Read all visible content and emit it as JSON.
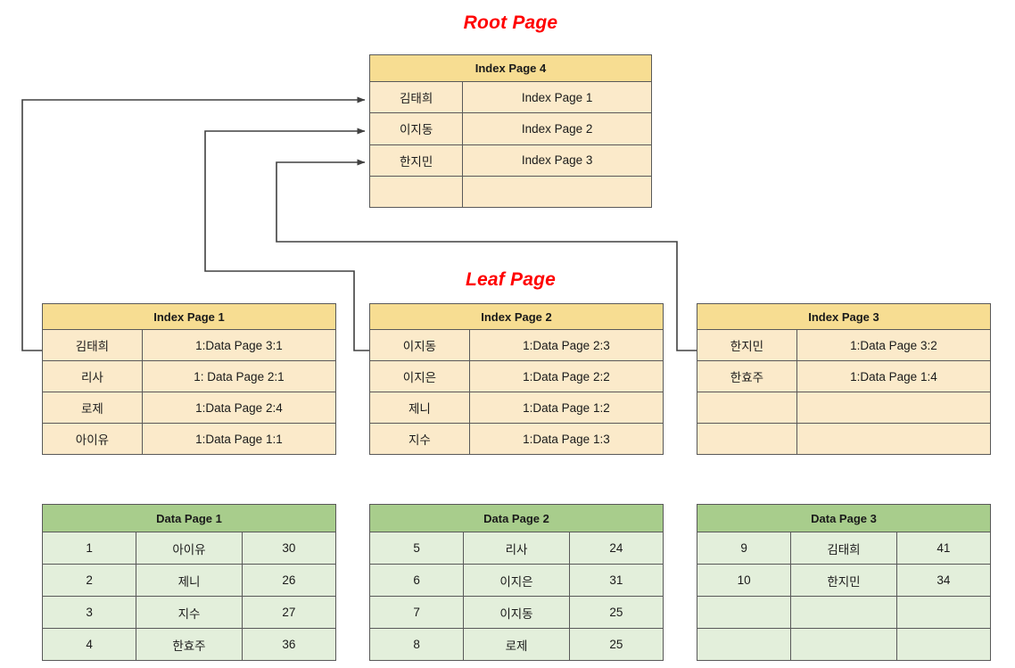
{
  "labels": {
    "root_page": "Root Page",
    "leaf_page": "Leaf Page"
  },
  "colors": {
    "title_red": "#ff0000",
    "index_header": "#f7dd92",
    "index_body": "#fbeaca",
    "data_header": "#a8cd8c",
    "data_body": "#e3efdb",
    "border": "#595959",
    "connector": "#404040"
  },
  "root": {
    "title": "Index Page 4",
    "rows": [
      {
        "key": "김태희",
        "value": "Index Page 1"
      },
      {
        "key": "이지동",
        "value": "Index Page 2"
      },
      {
        "key": "한지민",
        "value": "Index Page 3"
      },
      {
        "key": "",
        "value": ""
      }
    ]
  },
  "leaves": [
    {
      "title": "Index Page 1",
      "rows": [
        {
          "key": "김태희",
          "value": "1:Data Page 3:1"
        },
        {
          "key": "리사",
          "value": "1: Data Page 2:1"
        },
        {
          "key": "로제",
          "value": "1:Data Page 2:4"
        },
        {
          "key": "아이유",
          "value": "1:Data Page 1:1"
        }
      ]
    },
    {
      "title": "Index Page 2",
      "rows": [
        {
          "key": "이지동",
          "value": "1:Data Page 2:3"
        },
        {
          "key": "이지은",
          "value": "1:Data Page 2:2"
        },
        {
          "key": "제니",
          "value": "1:Data Page 1:2"
        },
        {
          "key": "지수",
          "value": "1:Data Page 1:3"
        }
      ]
    },
    {
      "title": "Index Page 3",
      "rows": [
        {
          "key": "한지민",
          "value": "1:Data Page 3:2"
        },
        {
          "key": "한효주",
          "value": "1:Data Page 1:4"
        },
        {
          "key": "",
          "value": ""
        },
        {
          "key": "",
          "value": ""
        }
      ]
    }
  ],
  "data_pages": [
    {
      "title": "Data Page 1",
      "rows": [
        {
          "id": "1",
          "name": "아이유",
          "age": "30"
        },
        {
          "id": "2",
          "name": "제니",
          "age": "26"
        },
        {
          "id": "3",
          "name": "지수",
          "age": "27"
        },
        {
          "id": "4",
          "name": "한효주",
          "age": "36"
        }
      ]
    },
    {
      "title": "Data Page 2",
      "rows": [
        {
          "id": "5",
          "name": "리사",
          "age": "24"
        },
        {
          "id": "6",
          "name": "이지은",
          "age": "31"
        },
        {
          "id": "7",
          "name": "이지동",
          "age": "25"
        },
        {
          "id": "8",
          "name": "로제",
          "age": "25"
        }
      ]
    },
    {
      "title": "Data Page 3",
      "rows": [
        {
          "id": "9",
          "name": "김태희",
          "age": "41"
        },
        {
          "id": "10",
          "name": "한지민",
          "age": "34"
        },
        {
          "id": "",
          "name": "",
          "age": ""
        },
        {
          "id": "",
          "name": "",
          "age": ""
        }
      ]
    }
  ]
}
